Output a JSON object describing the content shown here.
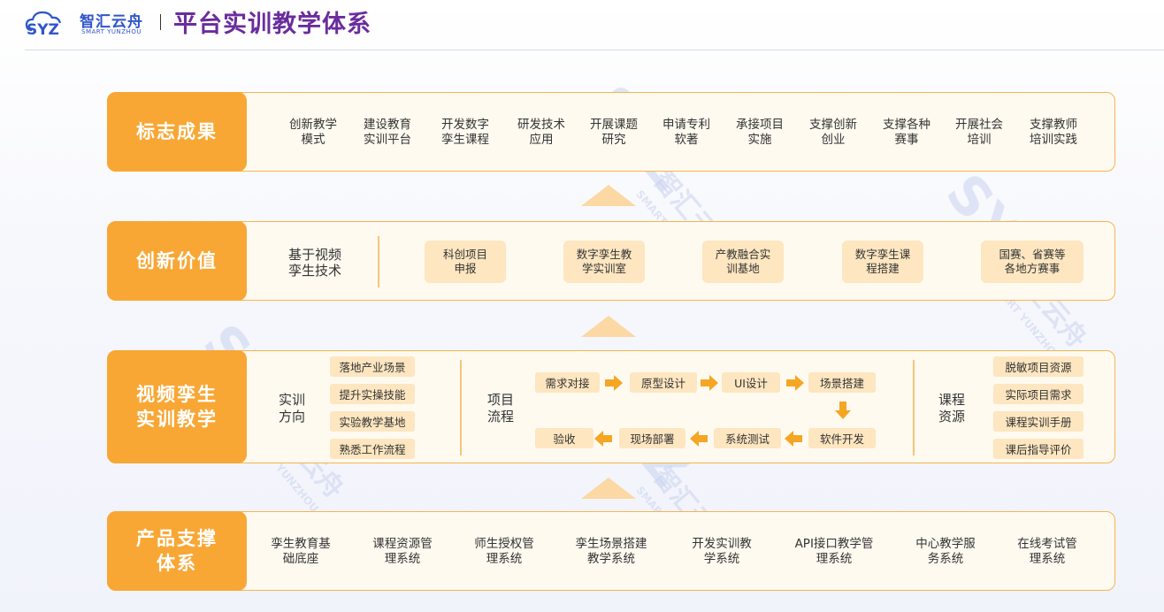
{
  "header": {
    "logo_cn": "智汇云舟",
    "logo_en": "SMART YUNZHOU",
    "logo_mark": "SYZ",
    "title": "平台实训教学体系"
  },
  "colors": {
    "accent": "#f8a735",
    "row_bg": "#fffaf0",
    "pill_bg": "#fde6c0",
    "title": "#6a2d9c",
    "brand_blue": "#2f56c9"
  },
  "watermark": {
    "cn": "智汇云舟",
    "en": "SMART YUNZHOU",
    "mark": "SYZ"
  },
  "row1": {
    "label": "标志成果",
    "items": [
      "创新教学\n模式",
      "建设教育\n实训平台",
      "开发数字\n孪生课程",
      "研发技术\n应用",
      "开展课题\n研究",
      "申请专利\n软著",
      "承接项目\n实施",
      "支撑创新\n创业",
      "支撑各种\n赛事",
      "开展社会\n培训",
      "支撑教师\n培训实践"
    ]
  },
  "row2": {
    "label": "创新价值",
    "intro": "基于视频\n孪生技术",
    "pills": [
      "科创项目\n申报",
      "数字孪生教\n学实训室",
      "产教融合实\n训基地",
      "数字孪生课\n程搭建",
      "国赛、省赛等\n各地方赛事"
    ]
  },
  "row3": {
    "label": "视频孪生\n实训教学",
    "direction_title": "实训\n方向",
    "directions": [
      "落地产业场景",
      "提升实操技能",
      "实验教学基地",
      "熟悉工作流程"
    ],
    "process_title": "项目\n流程",
    "process_top": [
      "需求对接",
      "原型设计",
      "UI设计",
      "场景搭建"
    ],
    "process_bottom": [
      "验收",
      "现场部署",
      "系统测试",
      "软件开发"
    ],
    "resource_title": "课程\n资源",
    "resources": [
      "脱敏项目资源",
      "实际项目需求",
      "课程实训手册",
      "课后指导评价"
    ]
  },
  "row4": {
    "label": "产品支撑\n体系",
    "items": [
      "孪生教育基\n础底座",
      "课程资源管\n理系统",
      "师生授权管\n理系统",
      "孪生场景搭建\n教学系统",
      "开发实训教\n学系统",
      "API接口教学管\n理系统",
      "中心教学服\n务系统",
      "在线考试管\n理系统"
    ]
  }
}
